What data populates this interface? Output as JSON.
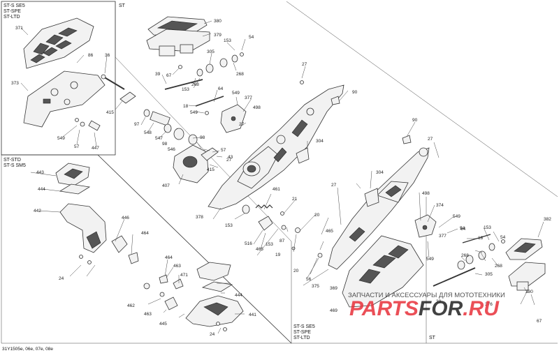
{
  "sections": {
    "top_left": [
      "ST-S SE5",
      "ST-SPE",
      "ST-LTD"
    ],
    "top_center": [
      "ST"
    ],
    "mid_left": [
      "ST-STD",
      "ST-S SM5"
    ],
    "bottom_center": [
      "ST-S SE5",
      "ST-SPE",
      "ST-LTD"
    ],
    "bottom_right": [
      "ST"
    ]
  },
  "footer": "31Y1505e, 06e, 07e, 08e",
  "watermark": {
    "line1": "ЗАПЧАСТИ И АКСЕССУАРЫ ДЛЯ МОТОТЕХНИКИ",
    "brand_a": "PARTS",
    "brand_b": "FOR",
    "brand_c": ".RU",
    "red": "#e8313a",
    "black": "#222222"
  },
  "callouts": {
    "c371": "371",
    "c86": "86",
    "c36": "36",
    "c373": "373",
    "c415a": "415",
    "c549a": "549",
    "c57a": "57",
    "c447": "447",
    "c380": "380",
    "c379": "379",
    "c153a": "153",
    "c54a": "54",
    "c305a": "305",
    "c268a": "268",
    "c39": "39",
    "c67a": "67",
    "c268b": "268",
    "c153b": "153",
    "c64a": "64",
    "c18a": "18",
    "c549b": "549",
    "c377a": "377",
    "c498a": "498",
    "c27a": "27",
    "c90a": "90",
    "c97": "97",
    "c548": "548",
    "c547": "547",
    "c98a": "98",
    "c98b": "98",
    "c546": "546",
    "c57b": "57",
    "c43": "43",
    "c415b": "415",
    "c407": "407",
    "c27b": "27",
    "c304a": "304",
    "c378": "378",
    "c461": "461",
    "c153c": "153",
    "c21": "21",
    "c516": "516",
    "c465a": "465",
    "c19": "19",
    "c87": "87",
    "c20a": "20",
    "c20b": "20",
    "c465b": "465",
    "c56": "56",
    "c375": "375",
    "c369": "369",
    "c469": "469",
    "c90b": "90",
    "c27c": "27",
    "c304b": "304",
    "c27d": "27",
    "c498b": "498",
    "c374": "374",
    "c549c": "549",
    "c54b": "54",
    "c64b": "64",
    "c18b": "18",
    "c377b": "377",
    "c153d": "153",
    "c549d": "549",
    "c268c": "268",
    "c268d": "268",
    "c305b": "305",
    "c382": "382",
    "c380b": "380",
    "c67b": "67",
    "c39b": "39",
    "c376": "376",
    "c443": "443",
    "c444a": "444",
    "c442": "442",
    "c446": "446",
    "c464a": "464",
    "c24a": "24",
    "c464b": "464",
    "c463a": "463",
    "c471": "471",
    "c444b": "444",
    "c462": "462",
    "c463b": "463",
    "c445": "445",
    "c441": "441",
    "c24b": "24"
  }
}
